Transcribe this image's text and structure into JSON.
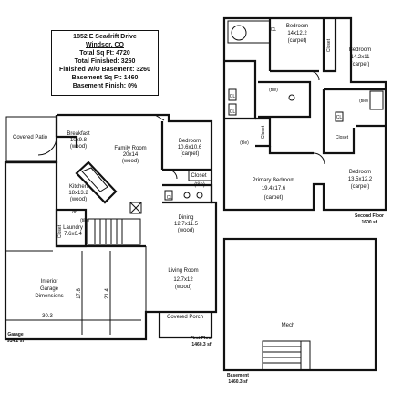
{
  "info_box": {
    "address": "1852 E Seadrift Drive",
    "city": "Windsor, CO",
    "total_sqft": "Total Sq Ft:  4720",
    "total_finished": "Total Finished:  3260",
    "finished_wo_basement": "Finished W/O Basement:  3260",
    "basement_sqft": "Basement Sq Ft:  1460",
    "basement_finish": "Basement Finish:  0%"
  },
  "first_floor": {
    "covered_patio": "Covered Patio",
    "breakfast": [
      "Breakfast",
      "10x9.8",
      "(wood)"
    ],
    "family_room": [
      "Family Room",
      "20x14",
      "(wood)"
    ],
    "bedroom": [
      "Bedroom",
      "10.6x10.6",
      "(carpet)"
    ],
    "closet": "Closet",
    "tile": "(tile)",
    "cl": "CL",
    "kitchen": [
      "Kitchen",
      "18x13.2",
      "(wood)"
    ],
    "dn": "dn",
    "laundry": [
      "Laundry",
      "7.6x6.4"
    ],
    "closet_v": "Closet",
    "dining": [
      "Dining",
      "12.7x11.5",
      "(wood)"
    ],
    "living_room": [
      "Living Room",
      "12.7x12",
      "(wood)"
    ],
    "covered_porch": "Covered Porch",
    "garage_interior": [
      "Interior",
      "Garage",
      "Dimensions"
    ],
    "dim_width": "30.3",
    "dim_178": "17.8",
    "dim_214": "21.4",
    "garage_caption": [
      "Garage",
      "914.2 sf"
    ],
    "floor_caption": [
      "First Floor",
      "1460.3 sf"
    ]
  },
  "second_floor": {
    "bedroom_1": [
      "Bedroom",
      "14x12.2",
      "(carpet)"
    ],
    "bedroom_2": [
      "Bedroom",
      "14.2x11",
      "(carpet)"
    ],
    "closet": "Closet",
    "cl": "CL",
    "tile": "(tile)",
    "primary_bedroom": [
      "Primary Bedroom",
      "19.4x17.6",
      "(carpet)"
    ],
    "bedroom_3": [
      "Bedroom",
      "13.5x12.2",
      "(carpet)"
    ],
    "floor_caption": [
      "Second Floor",
      "1600 sf"
    ]
  },
  "basement": {
    "mech": "Mech",
    "floor_caption": [
      "Basement",
      "1460.3 sf"
    ]
  }
}
